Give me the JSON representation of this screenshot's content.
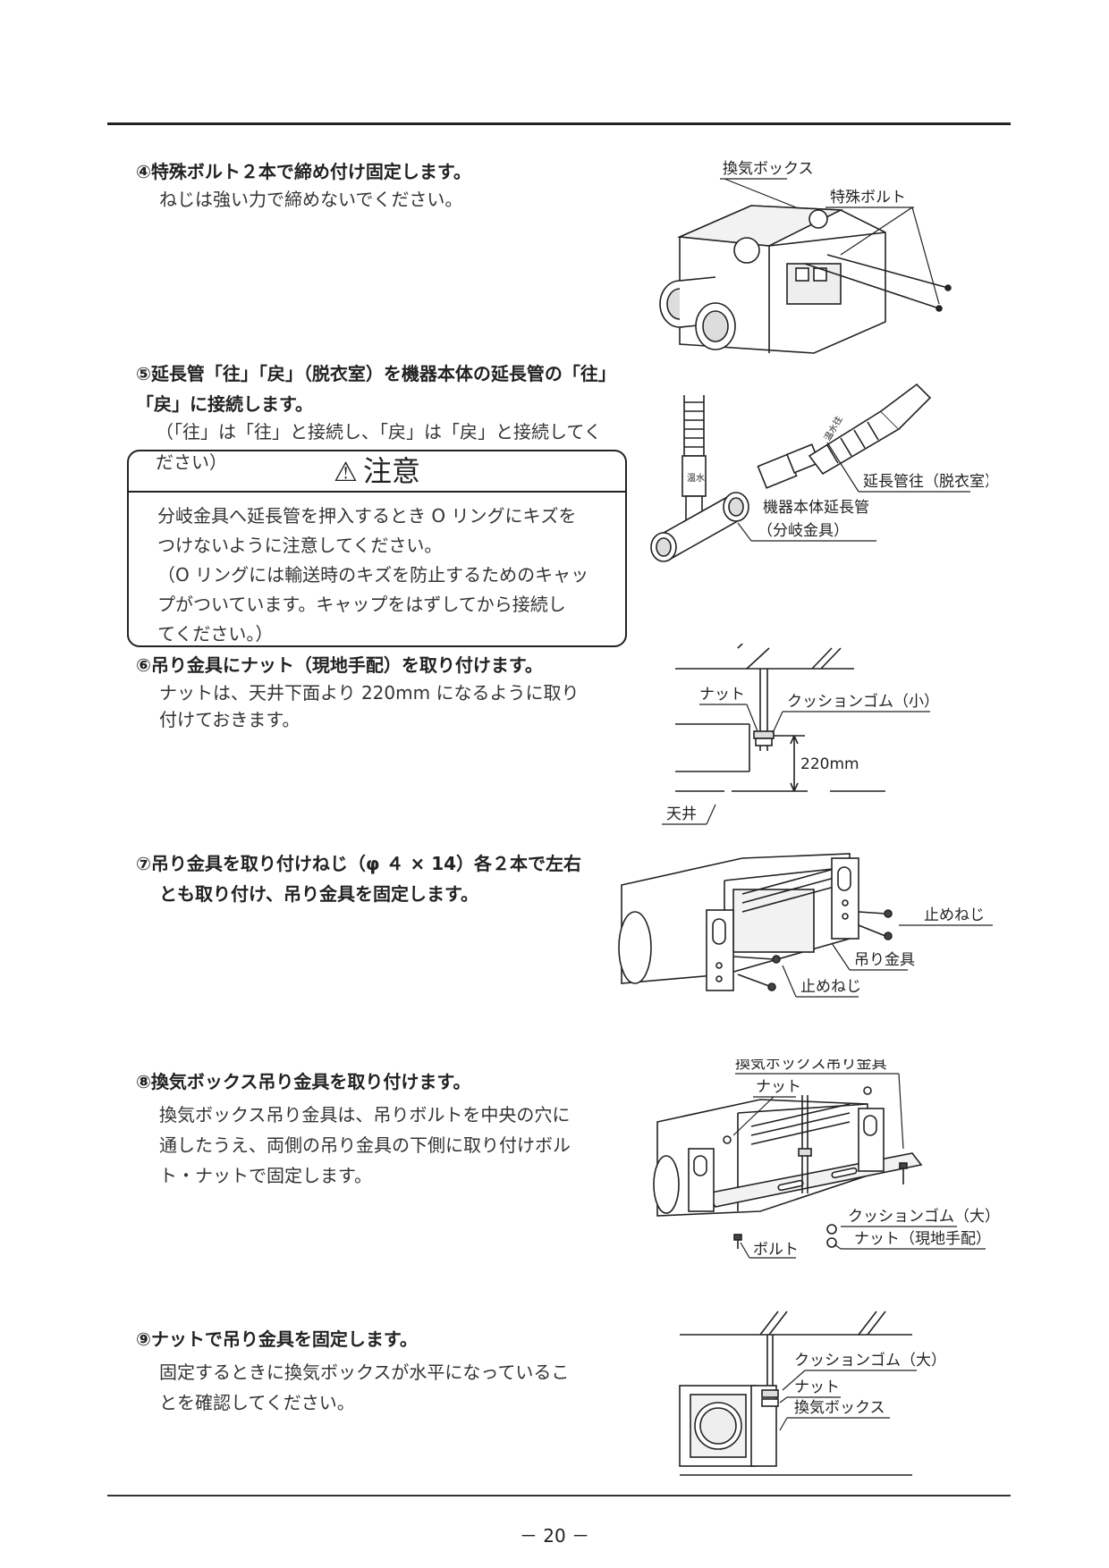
{
  "steps": [
    {
      "head": "④特殊ボルト２本で締め付け固定します。",
      "body": [
        "ねじは強い力で締めないでください。"
      ]
    },
    {
      "head": "⑤延長管「往」「戻」（脱衣室）を機器本体の延長管の「往」",
      "head2": "「戻」に接続します。",
      "body": [
        "（「往」は「往」と接続し、「戻」は「戻」と接続してください）"
      ]
    },
    {
      "head": "⑥吊り金具にナット（現地手配）を取り付けます。",
      "body": [
        "ナットは、天井下面より 220mm になるように取り",
        "付けておきます。"
      ]
    },
    {
      "head": "⑦吊り金具を取り付けねじ（φ ４ × 14）各２本で左右",
      "head2": "とも取り付け、吊り金具を固定します。",
      "body": []
    },
    {
      "head": "⑧換気ボックス吊り金具を取り付けます。",
      "body": [
        "換気ボックス吊り金具は、吊りボルトを中央の穴に",
        "通したうえ、両側の吊り金具の下側に取り付けボル",
        "ト・ナットで固定します。"
      ]
    },
    {
      "head": "⑨ナットで吊り金具を固定します。",
      "body": [
        "固定するときに換気ボックスが水平になっているこ",
        "とを確認してください。"
      ]
    }
  ],
  "caution": {
    "title": "注意",
    "lines": [
      "分岐金具へ延長管を押入するとき O リングにキズを",
      "つけないように注意してください。",
      "（O リングには輸送時のキズを防止するためのキャッ",
      "プがついています。キャップをはずしてから接続し",
      "てください。）"
    ]
  },
  "figures": {
    "fig1": {
      "box": "換気ボックス",
      "bolt": "特殊ボルト"
    },
    "fig2": {
      "pipe": "延長管往（脱衣室）",
      "main1": "機器本体延長管",
      "main2": "（分岐金具）",
      "tag": "温水往"
    },
    "fig3": {
      "nut": "ナット",
      "cushion": "クッションゴム（小）",
      "dim": "220mm",
      "ceiling": "天井"
    },
    "fig4": {
      "screw1": "止めねじ",
      "bracket": "吊り金具",
      "screw2": "止めねじ"
    },
    "fig5": {
      "hanger": "換気ボックス吊り金具",
      "nut": "ナット",
      "cushion": "クッションゴム（大）",
      "nut2": "ナット（現地手配）",
      "bolt": "ボルト"
    },
    "fig6": {
      "cushion": "クッションゴム（大）",
      "nut": "ナット",
      "box": "換気ボックス"
    }
  },
  "page_number": "－ 20 －"
}
